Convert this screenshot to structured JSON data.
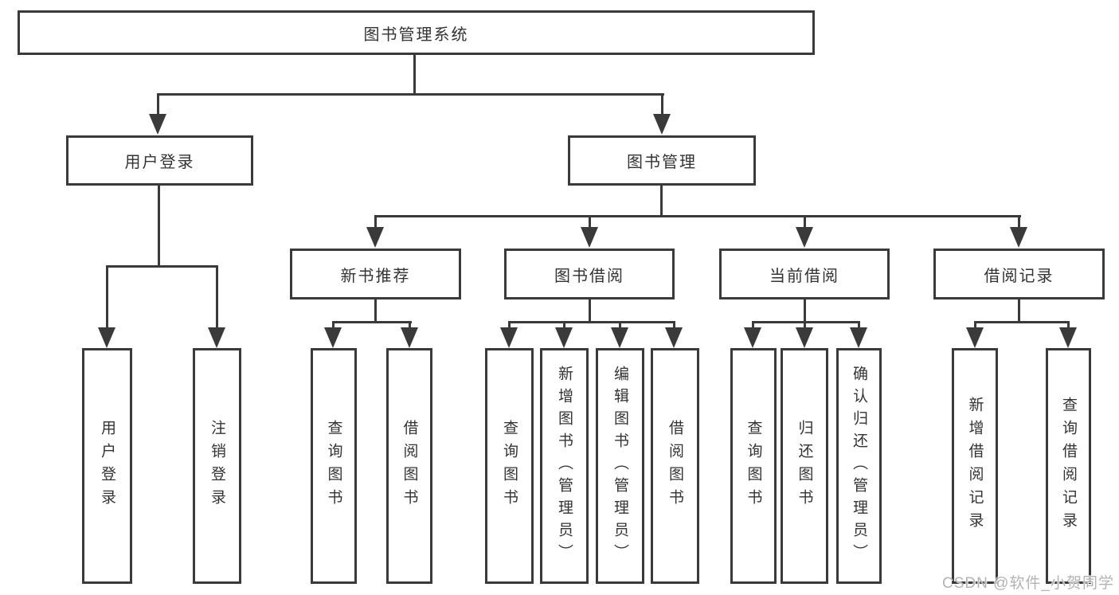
{
  "diagram": {
    "type": "tree",
    "root": {
      "label": "图书管理系统"
    },
    "level2": [
      {
        "label": "用户登录",
        "parent": "图书管理系统"
      },
      {
        "label": "图书管理",
        "parent": "图书管理系统"
      }
    ],
    "level3": [
      {
        "label": "新书推荐",
        "parent": "图书管理"
      },
      {
        "label": "图书借阅",
        "parent": "图书管理"
      },
      {
        "label": "当前借阅",
        "parent": "图书管理"
      },
      {
        "label": "借阅记录",
        "parent": "图书管理"
      }
    ],
    "leaves": [
      {
        "label": "用户登录",
        "parent": "用户登录"
      },
      {
        "label": "注销登录",
        "parent": "用户登录"
      },
      {
        "label": "查询图书",
        "parent": "新书推荐"
      },
      {
        "label": "借阅图书",
        "parent": "新书推荐"
      },
      {
        "label": "查询图书",
        "parent": "图书借阅"
      },
      {
        "label": "新增图书（管理员）",
        "parent": "图书借阅"
      },
      {
        "label": "编辑图书（管理员）",
        "parent": "图书借阅"
      },
      {
        "label": "借阅图书",
        "parent": "图书借阅"
      },
      {
        "label": "查询图书",
        "parent": "当前借阅"
      },
      {
        "label": "归还图书",
        "parent": "当前借阅"
      },
      {
        "label": "确认归还（管理员）",
        "parent": "当前借阅"
      },
      {
        "label": "新增借阅记录",
        "parent": "借阅记录"
      },
      {
        "label": "查询借阅记录",
        "parent": "借阅记录"
      }
    ],
    "watermark": "CSDN @软件_小贺同学",
    "colors": {
      "line": "#3a3a3a",
      "text": "#333333",
      "background": "#ffffff",
      "watermark": "#b3b3b3"
    }
  }
}
